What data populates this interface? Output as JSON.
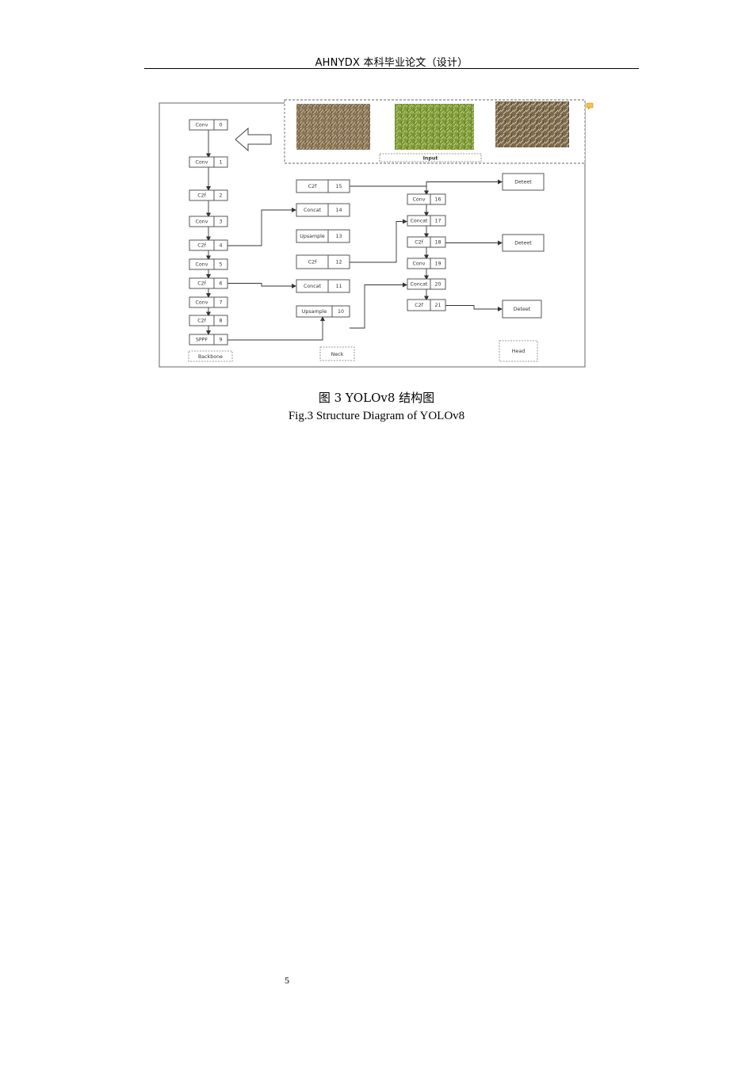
{
  "header": {
    "running_title": "AHNYDX 本科毕业论文（设计）"
  },
  "figure": {
    "input_label": "Input",
    "sections": {
      "backbone": "Backbone",
      "neck": "Neck",
      "head": "Head"
    },
    "input_images": [
      {
        "description": "dry-grass-field-photo",
        "color": "#8a7456"
      },
      {
        "description": "green-plants-field-photo",
        "color": "#7e9a3a"
      },
      {
        "description": "straw-weeds-field-photo",
        "color": "#7c6a4c"
      }
    ],
    "nodes": [
      {
        "id": 0,
        "name": "Conv",
        "index": "0"
      },
      {
        "id": 1,
        "name": "Conv",
        "index": "1"
      },
      {
        "id": 2,
        "name": "C2f",
        "index": "2"
      },
      {
        "id": 3,
        "name": "Conv",
        "index": "3"
      },
      {
        "id": 4,
        "name": "C2f",
        "index": "4"
      },
      {
        "id": 5,
        "name": "Conv",
        "index": "5"
      },
      {
        "id": 6,
        "name": "C2f",
        "index": "6"
      },
      {
        "id": 7,
        "name": "Conv",
        "index": "7"
      },
      {
        "id": 8,
        "name": "C2f",
        "index": "8"
      },
      {
        "id": 9,
        "name": "SPPF",
        "index": "9"
      },
      {
        "id": 10,
        "name": "Upsample",
        "index": "10"
      },
      {
        "id": 11,
        "name": "Concat",
        "index": "11"
      },
      {
        "id": 12,
        "name": "C2f",
        "index": "12"
      },
      {
        "id": 13,
        "name": "Upsample",
        "index": "13"
      },
      {
        "id": 14,
        "name": "Concat",
        "index": "14"
      },
      {
        "id": 15,
        "name": "C2f",
        "index": "15"
      },
      {
        "id": 16,
        "name": "Conv",
        "index": "16"
      },
      {
        "id": 17,
        "name": "Concat",
        "index": "17"
      },
      {
        "id": 18,
        "name": "C2f",
        "index": "18"
      },
      {
        "id": 19,
        "name": "Conv",
        "index": "19"
      },
      {
        "id": 20,
        "name": "Concat",
        "index": "20"
      },
      {
        "id": 21,
        "name": "C2f",
        "index": "21"
      }
    ],
    "detect_nodes": [
      {
        "id": "d1",
        "name": "Deteet"
      },
      {
        "id": "d2",
        "name": "Deteet"
      },
      {
        "id": "d3",
        "name": "Deteet"
      }
    ]
  },
  "caption": {
    "cn": "图  3  YOLOv8 结构图",
    "en": "Fig.3 Structure Diagram of YOLOv8"
  },
  "page_number": "5"
}
